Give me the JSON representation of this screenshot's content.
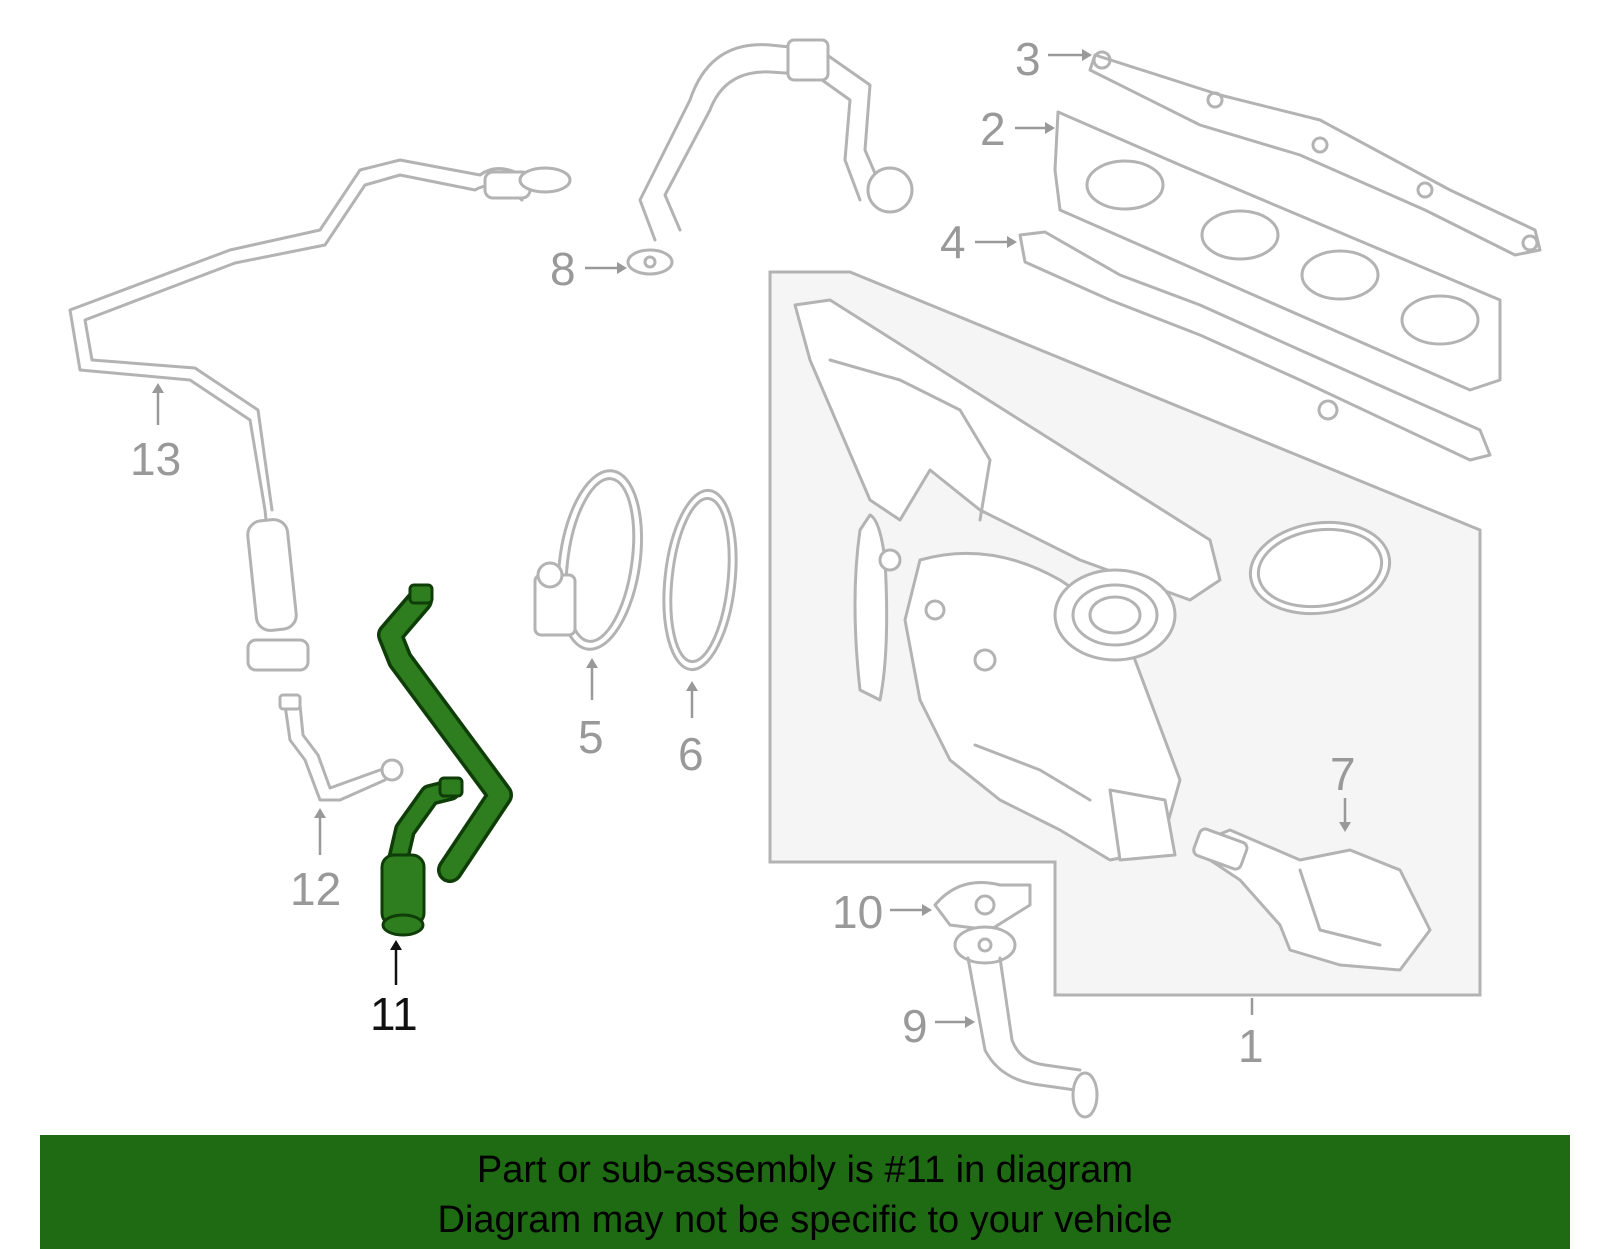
{
  "diagram": {
    "callouts": {
      "c1": "1",
      "c2": "2",
      "c3": "3",
      "c4": "4",
      "c5": "5",
      "c6": "6",
      "c7": "7",
      "c8": "8",
      "c9": "9",
      "c10": "10",
      "c11": "11",
      "c12": "12",
      "c13": "13"
    },
    "highlighted_part": "11",
    "colors": {
      "highlight_fill": "#2e7d1e",
      "highlight_stroke": "#0f3d08",
      "line_art": "#b3b3b3",
      "assembly_box_fill": "#f5f5f5",
      "banner_background": "#1f6b14"
    }
  },
  "banner": {
    "line1": "Part or sub-assembly is #11 in diagram",
    "line2": "Diagram may not be specific to your vehicle"
  }
}
